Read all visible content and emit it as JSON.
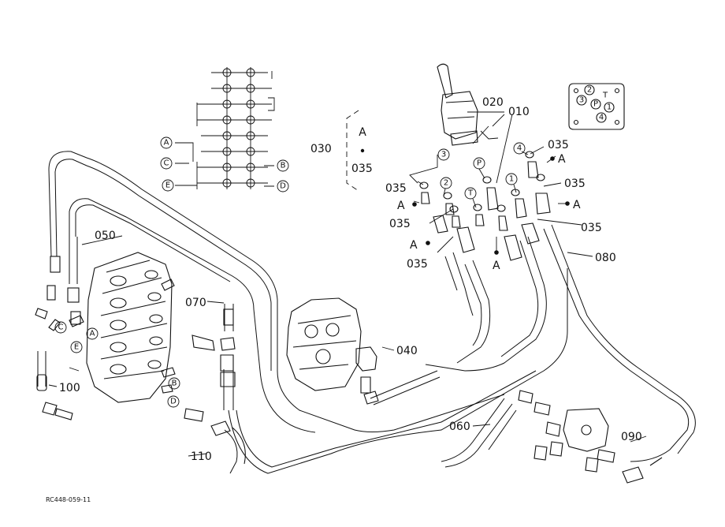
{
  "part_numbers": {
    "p010": "010",
    "p020": "020",
    "p030": "030",
    "p040": "040",
    "p050": "050",
    "p060": "060",
    "p070": "070",
    "p080": "080",
    "p090": "090",
    "p100": "100",
    "p110": "110"
  },
  "fitting_label": "035",
  "reference_letters": {
    "A": "A",
    "B": "B",
    "C": "C",
    "D": "D",
    "E": "E"
  },
  "port_labels": {
    "p1": "1",
    "p2": "2",
    "p3": "3",
    "p4": "4",
    "P": "P",
    "T": "T"
  },
  "drawing_code": "RC448-059-11"
}
